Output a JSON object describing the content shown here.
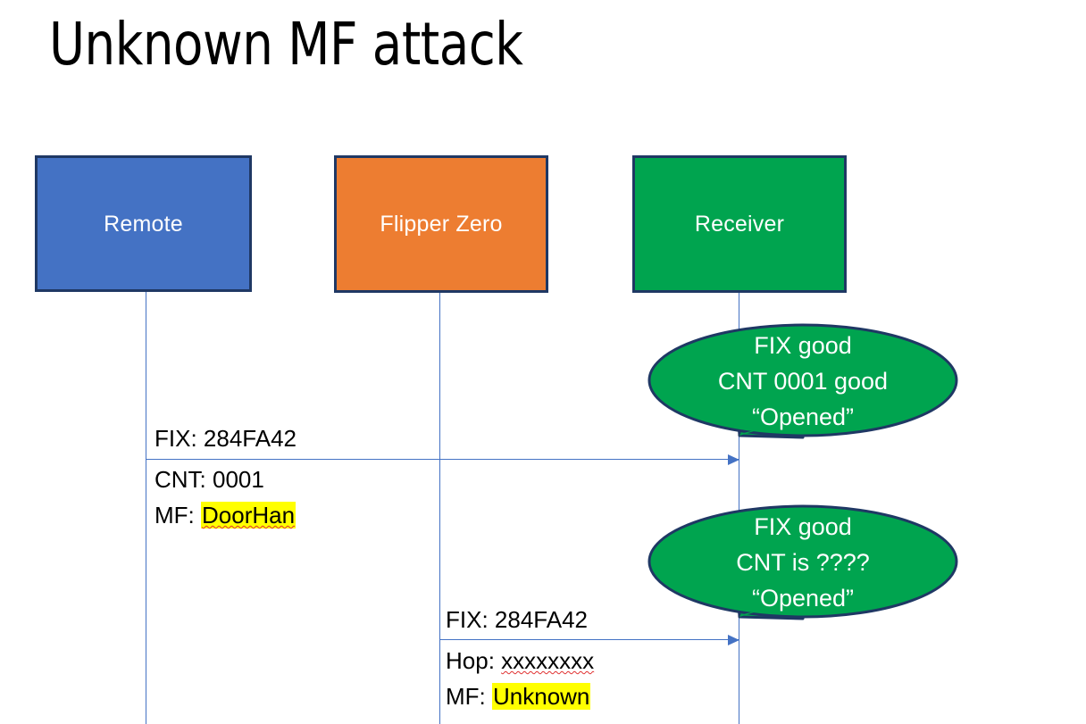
{
  "slide": {
    "title": "Unknown MF attack",
    "background_color": "#FFFFFF"
  },
  "colors": {
    "remote_fill": "#4472C4",
    "flipper_fill": "#ED7D31",
    "receiver_fill": "#00A44F",
    "box_border": "#1F3864",
    "lifeline": "#4472C4",
    "arrow": "#4472C4",
    "bubble_fill": "#00A44F",
    "bubble_border": "#1F3864",
    "highlight": "#FFFF00",
    "spellcheck_underline": "#E03030",
    "text_on_fill": "#FFFFFF",
    "body_text": "#000000"
  },
  "actors": [
    {
      "id": "remote",
      "label": "Remote"
    },
    {
      "id": "flipper",
      "label": "Flipper Zero"
    },
    {
      "id": "receiver",
      "label": "Receiver"
    }
  ],
  "messages": [
    {
      "id": "msg-1",
      "from": "remote",
      "to": "receiver",
      "lines": [
        {
          "label": "FIX: ",
          "value": "284FA42",
          "highlight": false,
          "spellcheck": false
        },
        {
          "label": "CNT: ",
          "value": "0001",
          "highlight": false,
          "spellcheck": false
        },
        {
          "label": "MF: ",
          "value": "DoorHan",
          "highlight": true,
          "spellcheck": true
        }
      ]
    },
    {
      "id": "msg-2",
      "from": "flipper",
      "to": "receiver",
      "lines": [
        {
          "label": "FIX: ",
          "value": "284FA42",
          "highlight": false,
          "spellcheck": false
        },
        {
          "label": "Hop: ",
          "value": "xxxxxxxx",
          "highlight": false,
          "spellcheck": true
        },
        {
          "label": "MF: ",
          "value": "Unknown",
          "highlight": true,
          "spellcheck": false
        }
      ]
    }
  ],
  "bubbles": [
    {
      "id": "bubble-1",
      "lines": [
        "FIX good",
        "CNT 0001 good",
        "“Opened”"
      ]
    },
    {
      "id": "bubble-2",
      "lines": [
        "FIX good",
        "CNT is ????",
        "“Opened”"
      ]
    }
  ]
}
